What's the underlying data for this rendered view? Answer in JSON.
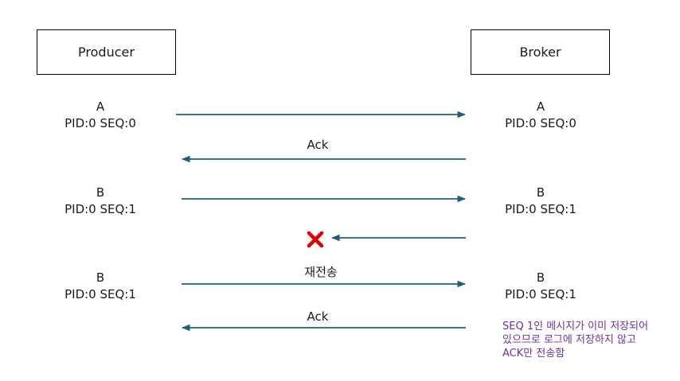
{
  "participants": {
    "producer": "Producer",
    "broker": "Broker"
  },
  "messages": [
    {
      "label": "A",
      "meta": "PID:0 SEQ:0"
    },
    {
      "label": "B",
      "meta": "PID:0 SEQ:1"
    },
    {
      "label": "B",
      "meta": "PID:0 SEQ:1"
    }
  ],
  "broker_messages": [
    {
      "label": "A",
      "meta": "PID:0 SEQ:0"
    },
    {
      "label": "B",
      "meta": "PID:0 SEQ:1"
    },
    {
      "label": "B",
      "meta": "PID:0 SEQ:1"
    }
  ],
  "arrow_labels": {
    "ack_1": "Ack",
    "resend": "재전송",
    "ack_2": "Ack"
  },
  "lost_icon": "red-x-icon",
  "colors": {
    "arrow": "#1f5f7a",
    "lost": "#e00000",
    "note": "#7030a0"
  },
  "note": {
    "line1": "SEQ 1인 메시지가 이미 저장되어",
    "line2": "있으므로 로그에 저장하지 않고",
    "line3": "ACK만 전송함"
  }
}
